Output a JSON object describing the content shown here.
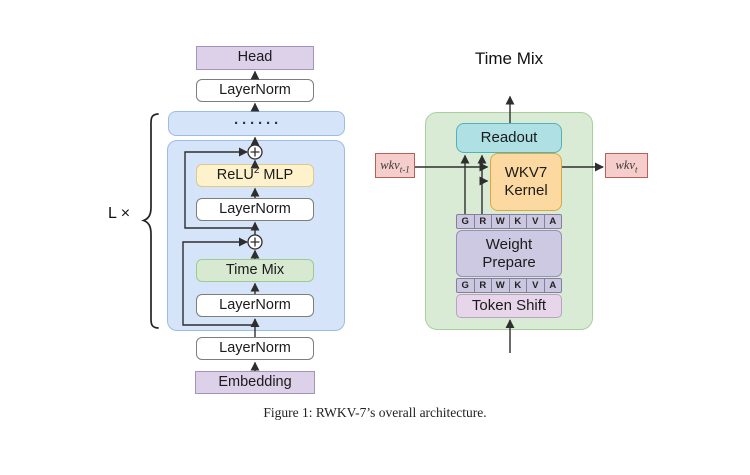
{
  "colors": {
    "blue-fill": "#d6e4f9",
    "blue-stroke": "#9dbce4",
    "lavender-fill": "#ddd1ea",
    "lavender-stroke": "#a394bd",
    "yellow-fill": "#fdf2cb",
    "yellow-stroke": "#dcc98c",
    "green-fill": "#d8e9d2",
    "green-stroke": "#9ccc8f",
    "panel-fill": "#d9ebd4",
    "panel-stroke": "#a8d09e",
    "teal-fill": "#aee0e4",
    "teal-stroke": "#4fb3bd",
    "orange-fill": "#fbd9a0",
    "orange-stroke": "#dfa640",
    "cell-fill": "#cbc7e1",
    "cell-stroke": "#84809c",
    "purple-fill": "#cdc9e3",
    "purple-stroke": "#9790ba",
    "pink-fill": "#e7d6ea",
    "pink-stroke": "#b9a3c4",
    "state-fill": "#f5cdca",
    "state-stroke": "#b85f58",
    "wire": "#2e2e2e"
  },
  "left": {
    "loop_label": "L ×",
    "head": "Head",
    "layernorm": "LayerNorm",
    "dots": "······",
    "relu_base": "ReLU",
    "relu_sup": "2",
    "relu_rest": "MLP",
    "time_mix": "Time Mix",
    "embedding": "Embedding"
  },
  "right": {
    "title": "Time Mix",
    "readout": "Readout",
    "kernel_line1": "WKV7",
    "kernel_line2": "Kernel",
    "grwkva": [
      "G",
      "R",
      "W",
      "K",
      "V",
      "A"
    ],
    "weight_line1": "Weight",
    "weight_line2": "Prepare",
    "token_shift": "Token Shift",
    "state_in_base": "wkv",
    "state_in_sub": "t-1",
    "state_out_base": "wkv",
    "state_out_sub": "t"
  },
  "caption": "Figure 1: RWKV-7’s overall architecture."
}
